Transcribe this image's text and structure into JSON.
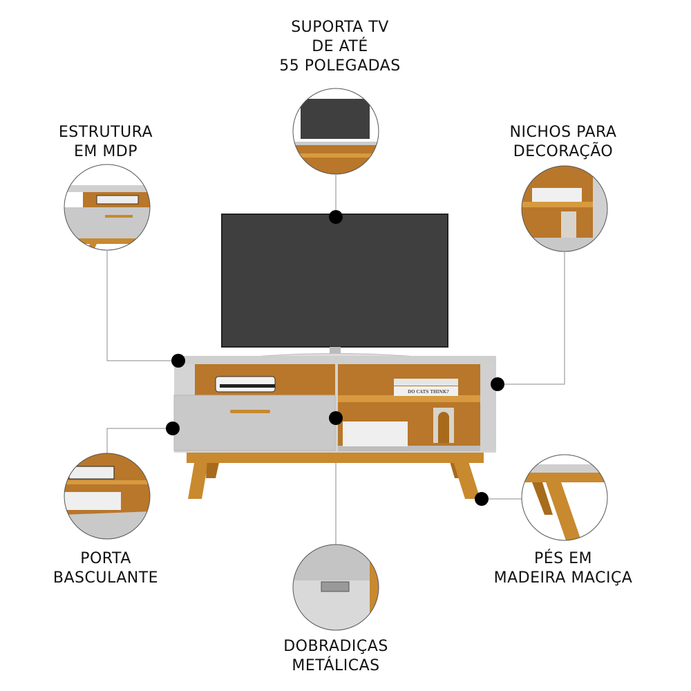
{
  "colors": {
    "wood": "#c8892f",
    "wood_dark": "#a86b1c",
    "panel": "#c9c9c9",
    "tv": "#3f3f3f",
    "dot": "#000000",
    "line": "#888888"
  },
  "callouts": [
    {
      "id": "tv",
      "lines": [
        "SUPORTA TV",
        "DE ATÉ",
        "55 POLEGADAS"
      ]
    },
    {
      "id": "mdp",
      "lines": [
        "ESTRUTURA",
        "EM MDP"
      ]
    },
    {
      "id": "niches",
      "lines": [
        "NICHOS PARA",
        "DECORAÇÃO"
      ]
    },
    {
      "id": "door",
      "lines": [
        "PORTA",
        "BASCULANTE"
      ]
    },
    {
      "id": "hinges",
      "lines": [
        "DOBRADIÇAS",
        "METÁLICAS"
      ]
    },
    {
      "id": "feet",
      "lines": [
        "PÉS EM",
        "MADEIRA MACIÇA"
      ]
    }
  ],
  "book_text": "DO CATS THINK?"
}
